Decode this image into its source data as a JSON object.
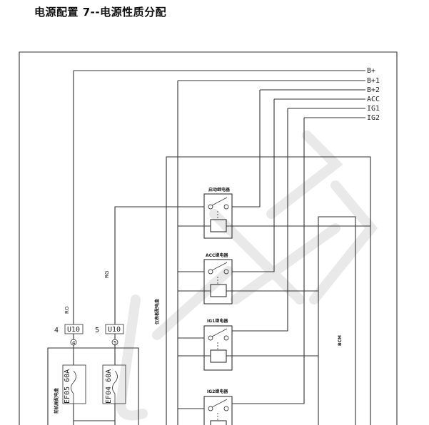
{
  "title": "电源配置 7--电源性质分配",
  "rails": [
    "B+",
    "B+1",
    "B+2",
    "ACC",
    "IG1",
    "IG2"
  ],
  "relays": [
    {
      "label": "启动继电器"
    },
    {
      "label": "ACC继电器"
    },
    {
      "label": "IG1继电器"
    },
    {
      "label": "IG2继电器"
    }
  ],
  "left_box_label": "前机舱配电盒",
  "mid_box_label": "仪表板配电盒",
  "bcm_label": "BCM",
  "connectors": [
    {
      "pin": "4",
      "name": "U10",
      "wire_color": "RO"
    },
    {
      "pin": "5",
      "name": "U10",
      "wire_color": "RG"
    }
  ],
  "fuses": [
    {
      "name": "EF05 60A"
    },
    {
      "name": "EF04 60A"
    }
  ]
}
